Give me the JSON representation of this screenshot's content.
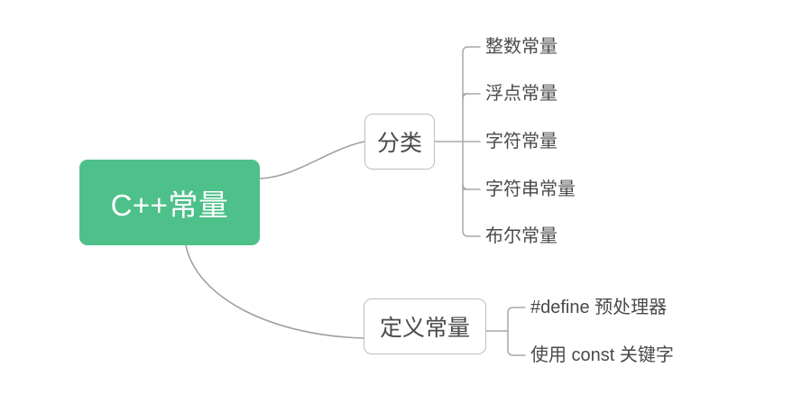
{
  "diagram": {
    "type": "mindmap",
    "title": "C++常量",
    "orientation": "left-to-right",
    "colors": {
      "root_fill": "#4ec08a",
      "root_text": "#ffffff",
      "node_border": "#bdbdbd",
      "node_text": "#4a4a4a",
      "connector": "#a0a0a0",
      "background": "#ffffff"
    },
    "root": {
      "label": "C++常量"
    },
    "branches": [
      {
        "label": "分类",
        "children": [
          {
            "label": "整数常量"
          },
          {
            "label": "浮点常量"
          },
          {
            "label": "字符常量"
          },
          {
            "label": "字符串常量"
          },
          {
            "label": "布尔常量"
          }
        ]
      },
      {
        "label": "定义常量",
        "children": [
          {
            "label": "#define 预处理器"
          },
          {
            "label": "使用 const 关键字"
          }
        ]
      }
    ]
  }
}
